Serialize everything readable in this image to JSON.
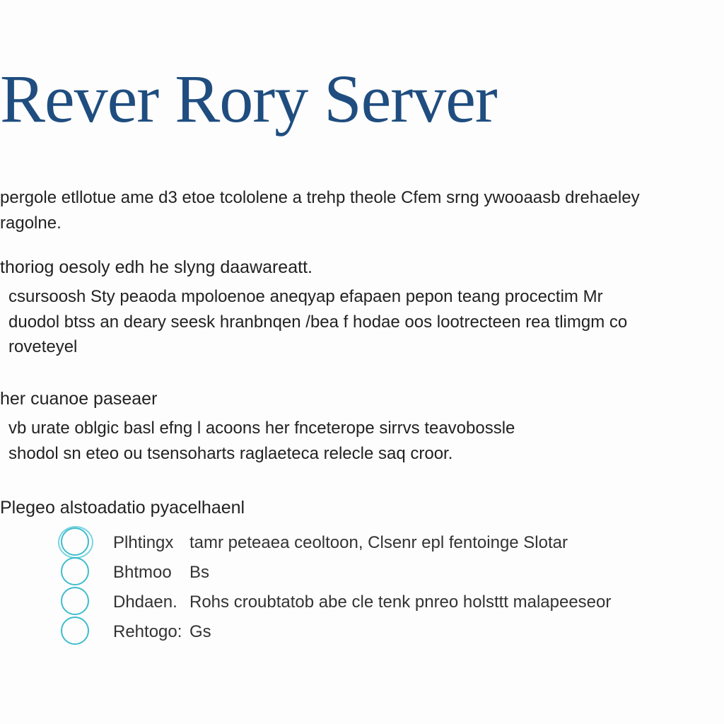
{
  "title": "Rever Rory Server",
  "intro": {
    "line1": "pergole etllotue ame d3 etoe tcololene a trehp theole Cfem srng ywooaasb drehaeley",
    "line2": "ragolne."
  },
  "section1": {
    "heading": "thoriog oesoly edh he slyng daawareatt.",
    "line1": "csursoosh Sty peaoda mpoloenoe aneqyap efapaen pepon teang procectim Mr",
    "line2": "duodol btss an deary seesk hranbnqen /bea f hodae oos lootrecteen rea tlimgm co",
    "line3": "roveteyel"
  },
  "section2": {
    "heading": "her cuanoe paseaer",
    "line1": "vb urate oblgic basl efng l acoons her fnceterope sirrvs teavobossle",
    "line2": "shodol sn eteo ou tsensoharts raglaeteca relecle saq croor."
  },
  "section3": {
    "heading": "Plegeo alstoadatio pyacelhaenl",
    "items": [
      {
        "label": "Plhtingx",
        "value": "tamr peteaea ceoltoon, Clsenr epl fentoinge Slotar"
      },
      {
        "label": "Bhtmoo",
        "value": "Bs"
      },
      {
        "label": "Dhdaen.",
        "value": "Rohs croubtatob abe cle tenk pnreo holsttt malapeeseor"
      },
      {
        "label": "Rehtogo:",
        "value": "Gs"
      }
    ]
  },
  "colors": {
    "title": "#1f4d7f",
    "bullet_circle": "#2bb6c8",
    "text": "#222222",
    "background": "#fdfdfd"
  }
}
